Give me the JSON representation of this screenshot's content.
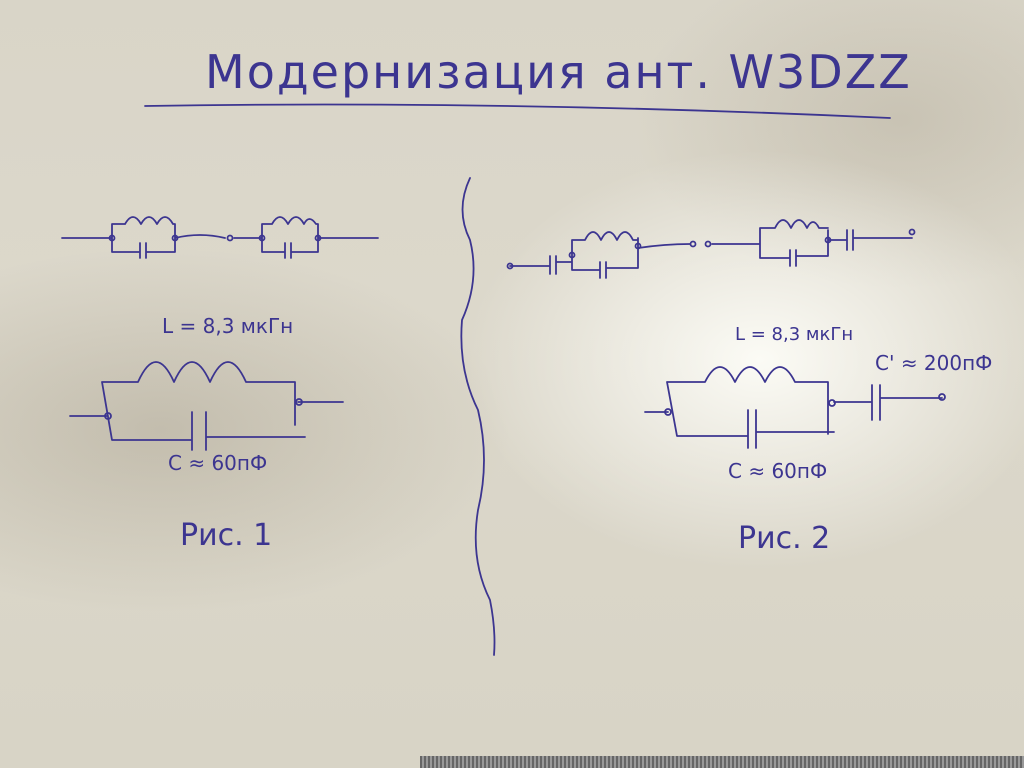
{
  "title": "Модернизация ант. W3DZZ",
  "figure1": {
    "inductance_label": "L = 8,3 мкГн",
    "capacitance_label": "C ≈ 60пФ",
    "caption": "Рис. 1"
  },
  "figure2": {
    "inductance_label": "L = 8,3 мкГн",
    "capacitance_label": "C ≈ 60пФ",
    "series_capacitance_label": "C' ≈ 200пФ",
    "caption": "Рис. 2"
  },
  "colors": {
    "ink": "#3c3590",
    "paper": "#dcd8cb"
  }
}
